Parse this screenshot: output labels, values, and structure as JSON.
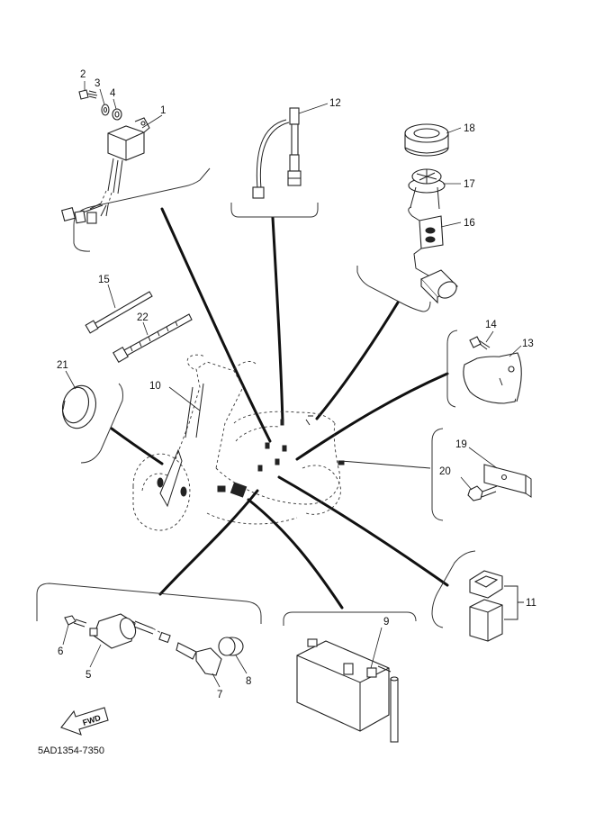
{
  "diagram": {
    "callouts": [
      "1",
      "2",
      "3",
      "4",
      "5",
      "6",
      "7",
      "8",
      "9",
      "10",
      "11",
      "12",
      "13",
      "14",
      "15",
      "16",
      "17",
      "18",
      "19",
      "20",
      "21",
      "22"
    ],
    "fwd_label": "FWD",
    "drawing_code": "5AD1354-7350"
  }
}
